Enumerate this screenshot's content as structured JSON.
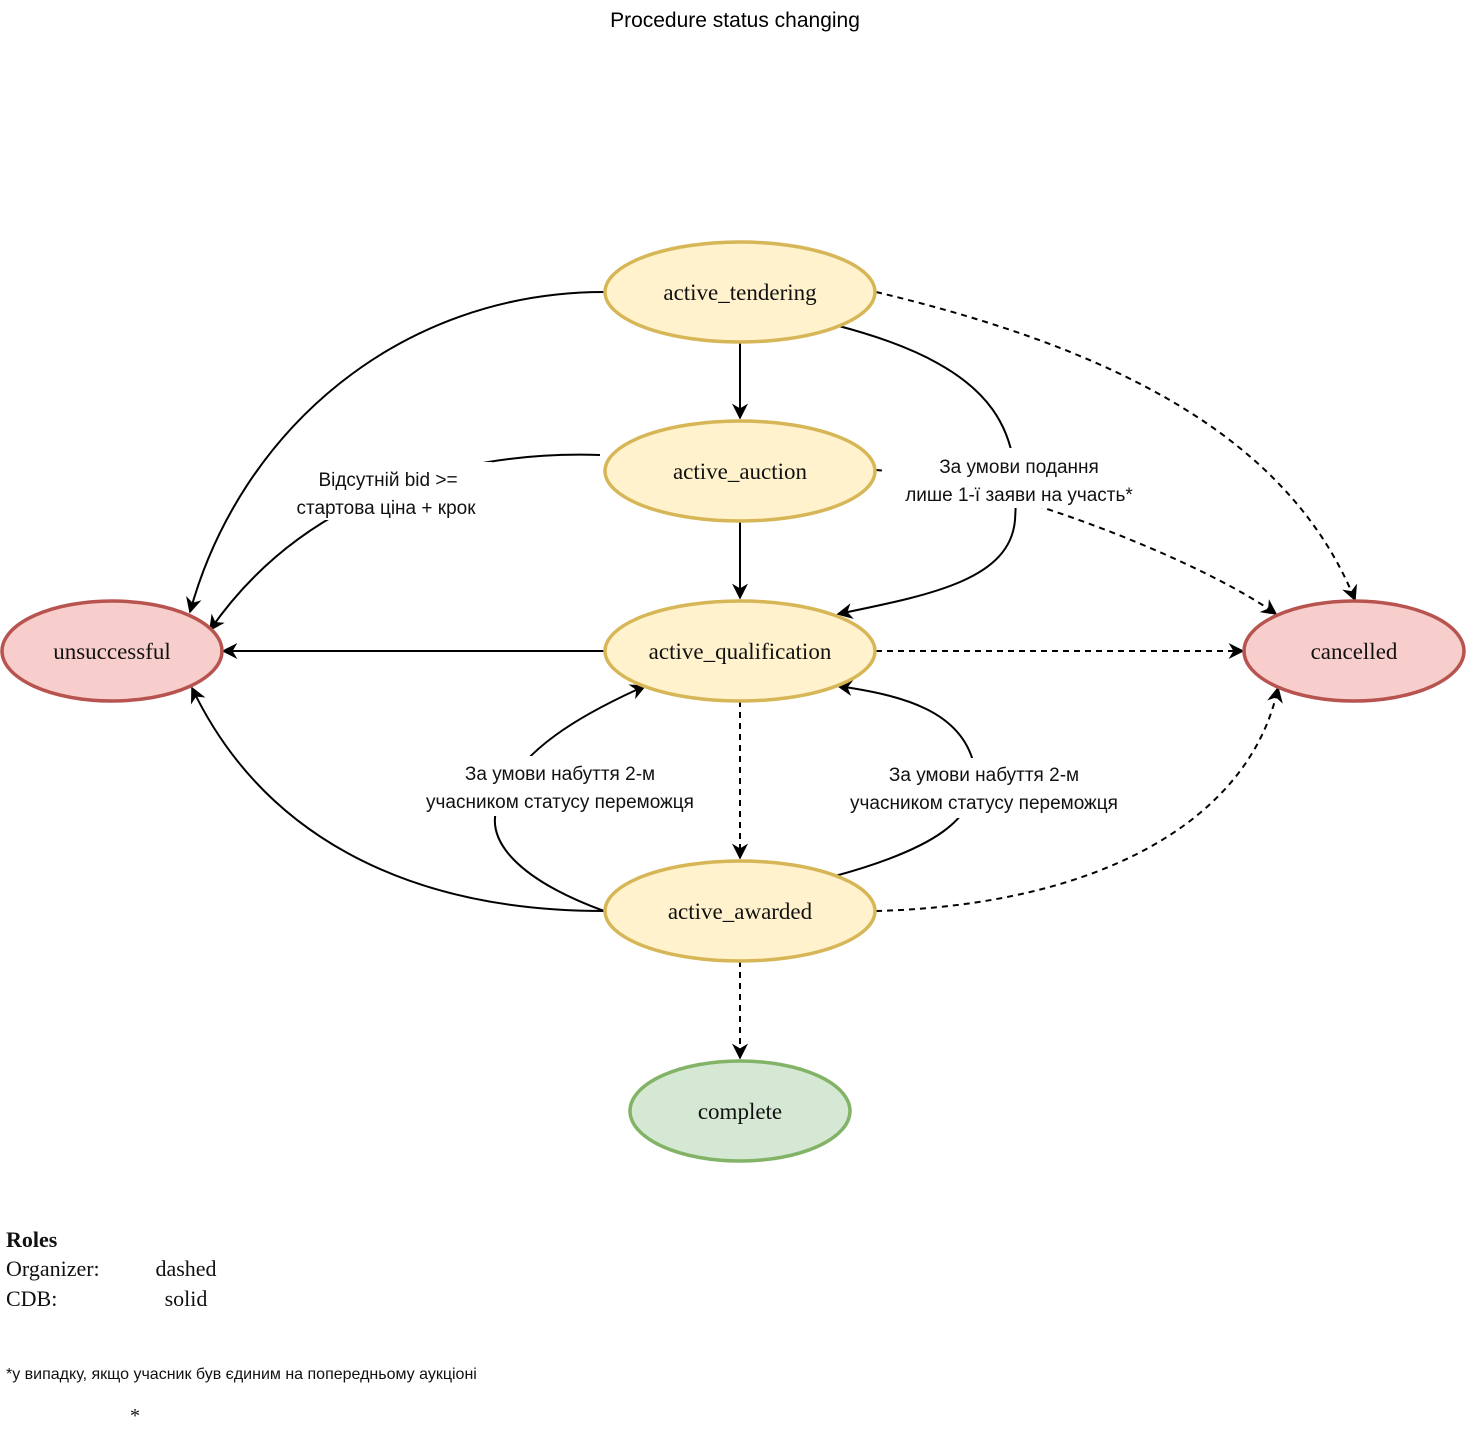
{
  "title": "Procedure status changing",
  "colors": {
    "active_fill": "#fff2cc",
    "active_stroke": "#d6b656",
    "fail_fill": "#f8cecc",
    "fail_stroke": "#b85450",
    "done_fill": "#d5e8d4",
    "done_stroke": "#82b366",
    "edge": "#000000"
  },
  "nodes": {
    "active_tendering": "active_tendering",
    "active_auction": "active_auction",
    "active_qualification": "active_qualification",
    "active_awarded": "active_awarded",
    "unsuccessful": "unsuccessful",
    "cancelled": "cancelled",
    "complete": "complete"
  },
  "edge_labels": {
    "no_bid_line1": "Відсутній bid >=",
    "no_bid_line2": "стартова ціна + крок",
    "single_bid_line1": "За умови подання",
    "single_bid_line2": "лише 1-ї заяви на участь*",
    "second_winner_left_line1": "За умови набуття 2-м",
    "second_winner_left_line2": "учасником статусу переможця",
    "second_winner_right_line1": "За умови набуття 2-м",
    "second_winner_right_line2": "учасником статусу переможця"
  },
  "legend": {
    "title": "Roles",
    "rows": [
      {
        "role": "Organizer:",
        "style": "dashed"
      },
      {
        "role": "CDB:",
        "style": "solid"
      }
    ]
  },
  "footnote": "*у випадку, якщо учасник був єдиним на попередньому аукціоні",
  "asterisk": "*"
}
